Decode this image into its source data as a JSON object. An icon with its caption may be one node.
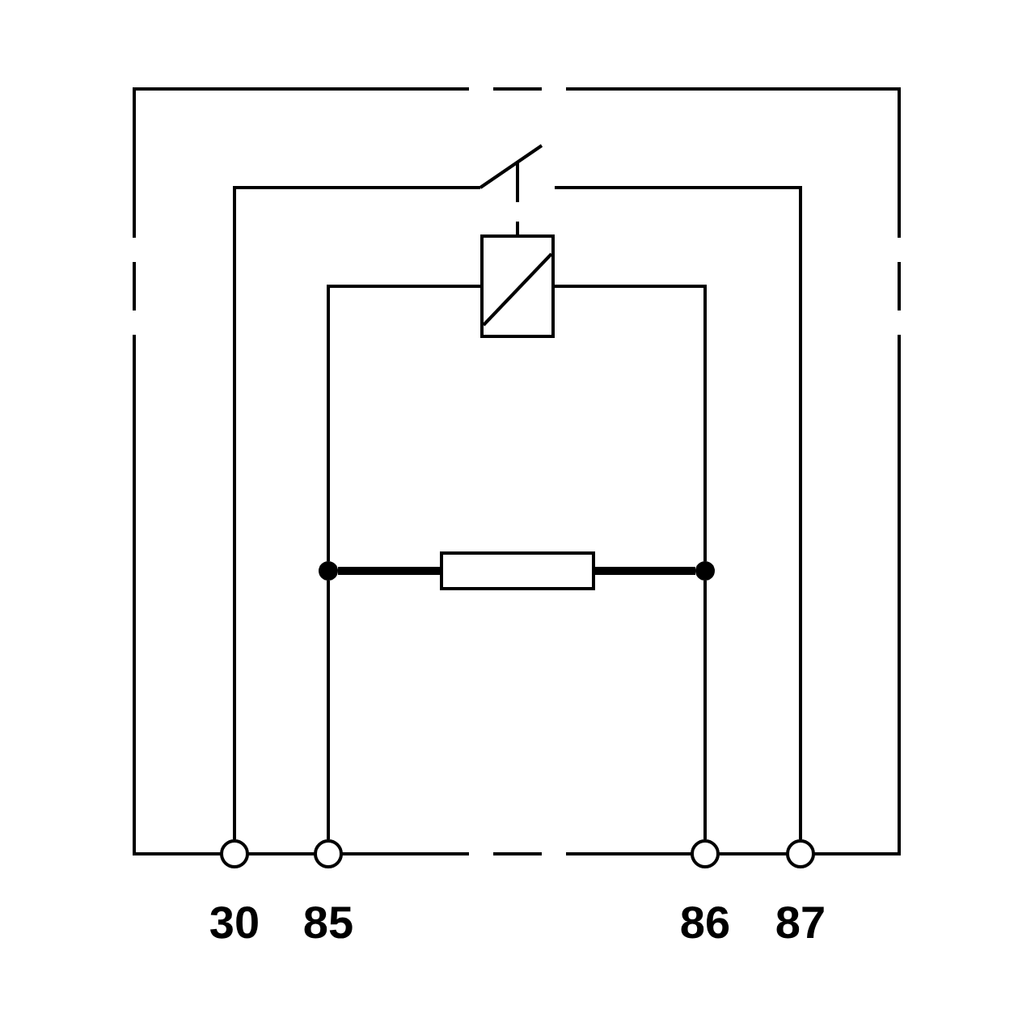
{
  "diagram": {
    "nodes": [
      {
        "text": [],
        "shape": "circle",
        "beside": [
          "30"
        ]
      },
      {
        "text": [],
        "shape": "circle",
        "beside": [
          "85"
        ]
      },
      {
        "text": [],
        "shape": "circle",
        "beside": [
          "86"
        ]
      },
      {
        "text": [],
        "shape": "circle",
        "beside": [
          "87"
        ]
      },
      {
        "text": [],
        "shape": "switch"
      },
      {
        "text": [],
        "shape": "box"
      },
      {
        "text": [],
        "shape": "box"
      },
      {
        "text": [],
        "shape": "dot"
      },
      {
        "text": [],
        "shape": "dot"
      }
    ],
    "edges": [
      {
        "from": 0,
        "to": 4,
        "arrow": "none"
      },
      {
        "from": 4,
        "to": 3,
        "arrow": "none"
      },
      {
        "from": 4,
        "to": 5,
        "arrow": "none",
        "style": "dashed"
      },
      {
        "from": 1,
        "to": 7,
        "arrow": "none"
      },
      {
        "from": 7,
        "to": 5,
        "arrow": "none"
      },
      {
        "from": 8,
        "to": 5,
        "arrow": "none"
      },
      {
        "from": 2,
        "to": 8,
        "arrow": "none"
      },
      {
        "from": 7,
        "to": 6,
        "arrow": "none",
        "style": "thick"
      },
      {
        "from": 6,
        "to": 8,
        "arrow": "none",
        "style": "thick"
      }
    ]
  }
}
